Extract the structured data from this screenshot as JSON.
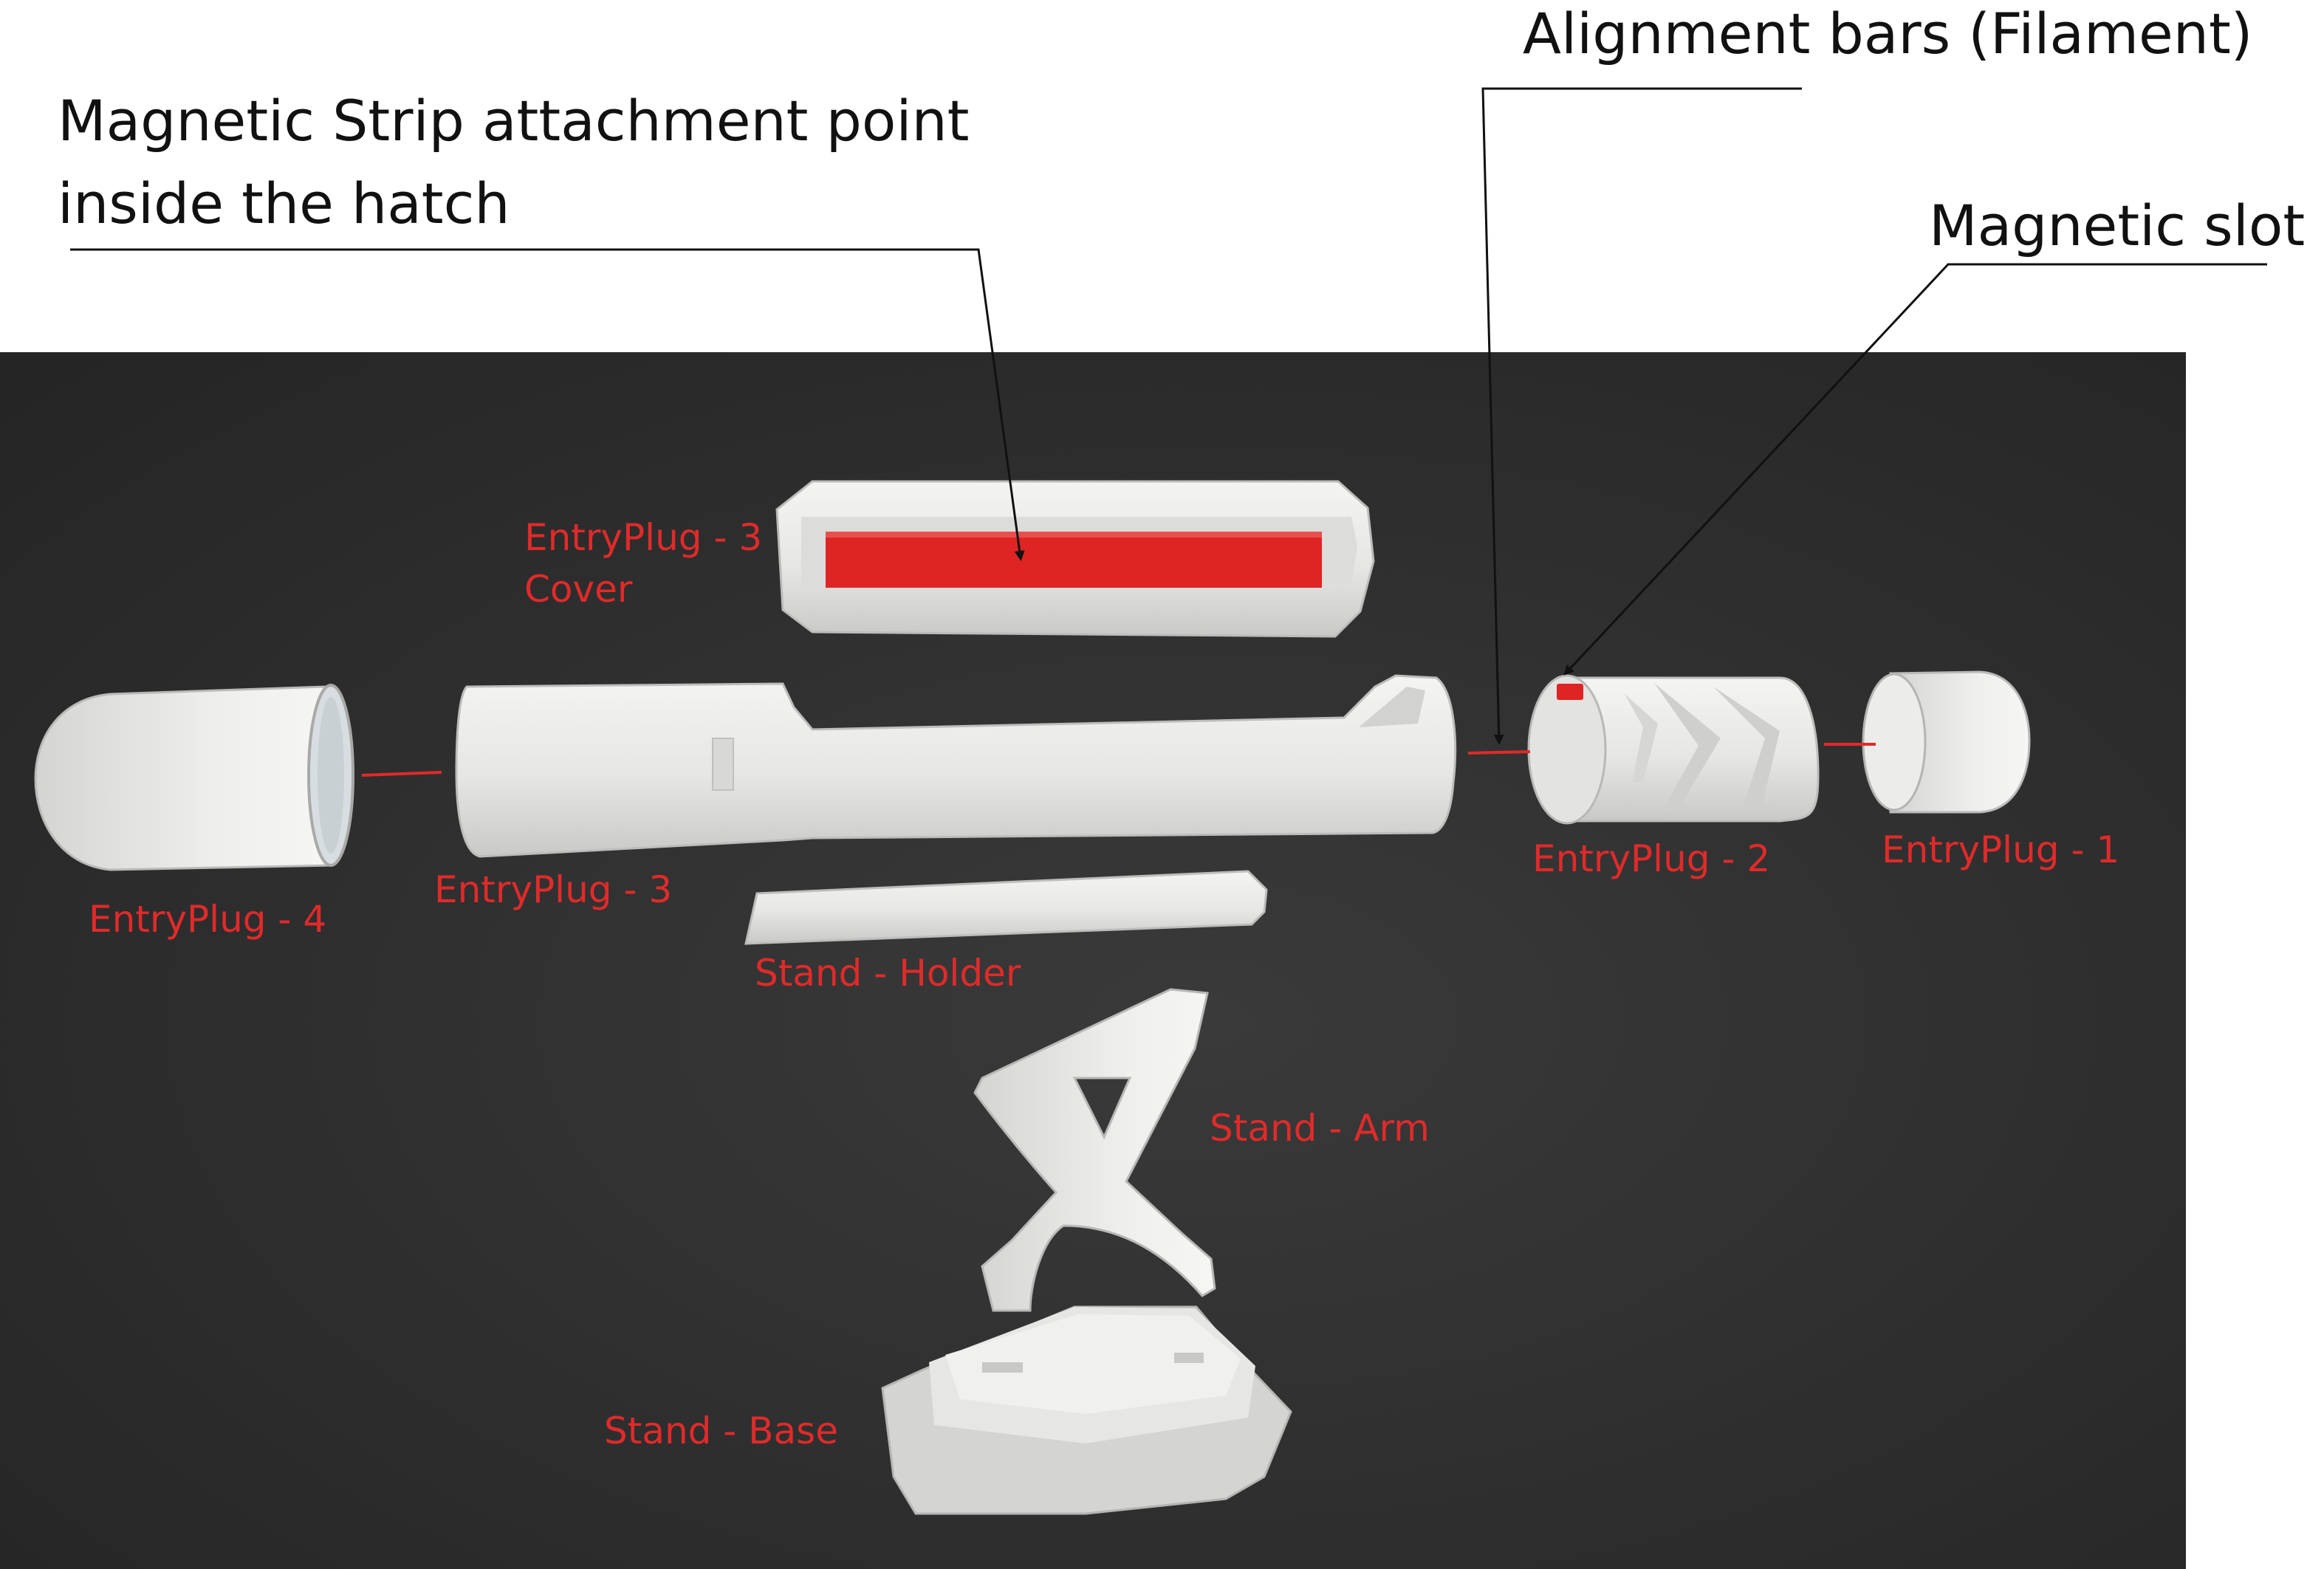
{
  "annotations": {
    "magnetic_strip_line1": "Magnetic Strip attachment point",
    "magnetic_strip_line2": "inside the hatch",
    "alignment_bars": "Alignment bars (Filament)",
    "magnetic_slot": "Magnetic slot"
  },
  "parts": {
    "entryplug_3_cover_line1": "EntryPlug - 3",
    "entryplug_3_cover_line2": "Cover",
    "entryplug_4": "EntryPlug - 4",
    "entryplug_3": "EntryPlug - 3",
    "entryplug_2": "EntryPlug - 2",
    "entryplug_1": "EntryPlug - 1",
    "stand_holder": "Stand - Holder",
    "stand_arm": "Stand - Arm",
    "stand_base": "Stand - Base"
  },
  "colors": {
    "background_panel": "#2e2e2e",
    "part_fill": "#e9e9e7",
    "label_red": "#e02a2a",
    "annotation_text": "#111111"
  }
}
